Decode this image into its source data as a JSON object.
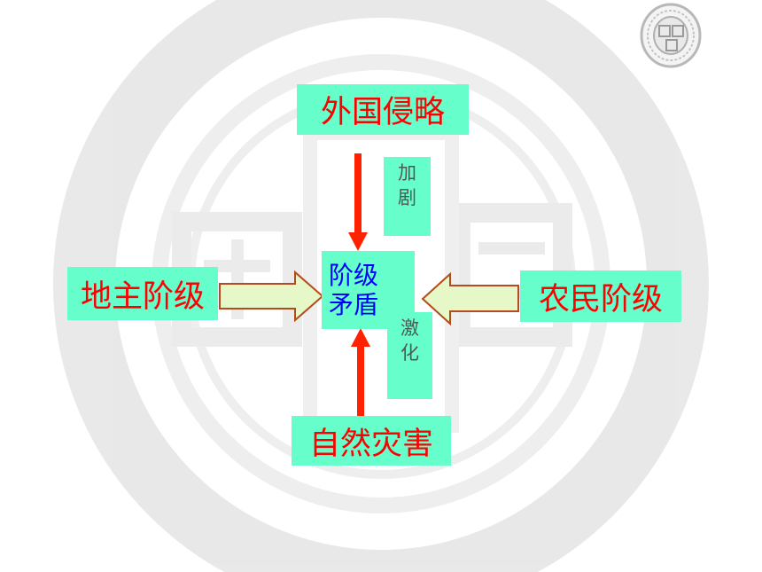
{
  "colors": {
    "box_fill": "#66ffcc",
    "outer_text": "#ff0000",
    "center_text": "#0000ff",
    "verb_text": "#555555",
    "red_arrow": "#ff2200",
    "hollow_arrow_fill": "#e6f7c8",
    "hollow_arrow_stroke": "#b54a1a"
  },
  "icons": {
    "watermark": "university-seal-watermark",
    "emblem": "university-seal-emblem"
  },
  "diagram": {
    "top_cause": "外国侵略",
    "left_cause": "地主阶级",
    "right_cause": "农民阶级",
    "bottom_cause": "自然灾害",
    "center_line1": "阶级",
    "center_line2": "矛盾",
    "intensify_char1": "加",
    "intensify_char2": "剧",
    "sharpen_char1": "激",
    "sharpen_char2": "化"
  }
}
